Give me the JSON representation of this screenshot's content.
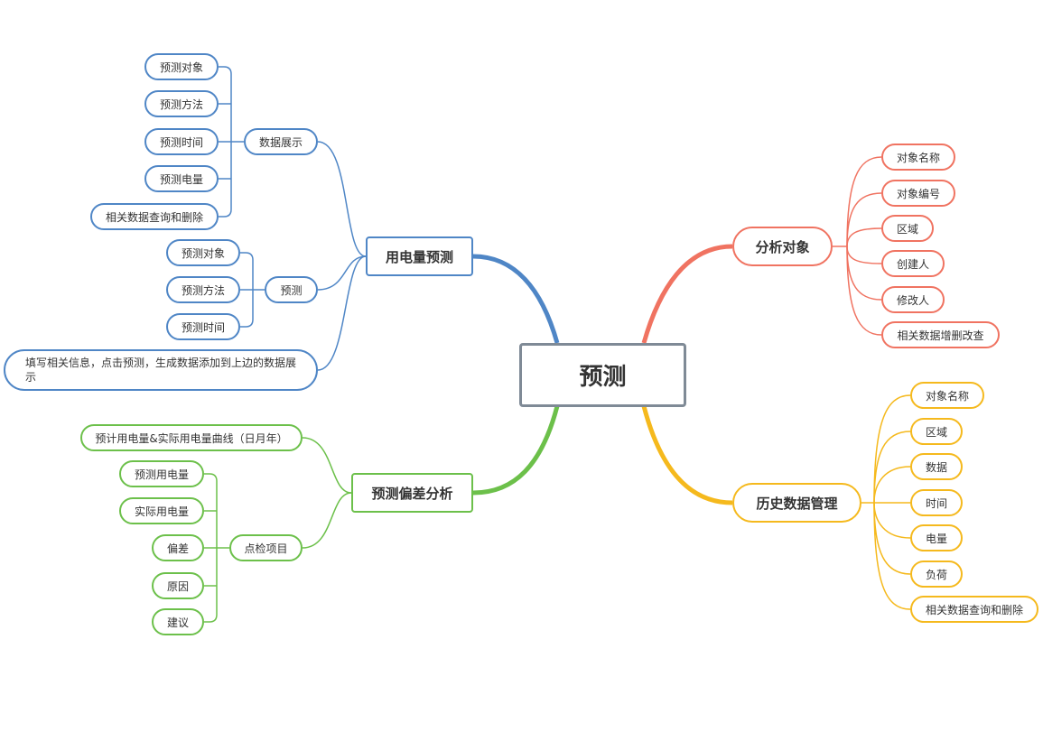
{
  "root": "预测",
  "colors": {
    "blue": "#4f86c6",
    "red": "#f07361",
    "yellow": "#f5b91d",
    "green": "#6cc04a",
    "root_border": "#7f8a96"
  },
  "branches": {
    "forecast": {
      "label": "用电量预测",
      "data_display": {
        "label": "数据展示",
        "items": [
          "预测对象",
          "预测方法",
          "预测时间",
          "预测电量",
          "相关数据查询和删除"
        ]
      },
      "predict": {
        "label": "预测",
        "items": [
          "预测对象",
          "预测方法",
          "预测时间"
        ]
      },
      "note": "填写相关信息，点击预测，生成数据添加到上边的数据展示"
    },
    "analysis": {
      "label": "分析对象",
      "items": [
        "对象名称",
        "对象编号",
        "区域",
        "创建人",
        "修改人",
        "相关数据增删改查"
      ]
    },
    "history": {
      "label": "历史数据管理",
      "items": [
        "对象名称",
        "区域",
        "数据",
        "时间",
        "电量",
        "负荷",
        "相关数据查询和删除"
      ]
    },
    "deviation": {
      "label": "预测偏差分析",
      "curve": "预计用电量&实际用电量曲线（日月年）",
      "inspection": {
        "label": "点检项目",
        "items": [
          "预测用电量",
          "实际用电量",
          "偏差",
          "原因",
          "建议"
        ]
      }
    }
  }
}
